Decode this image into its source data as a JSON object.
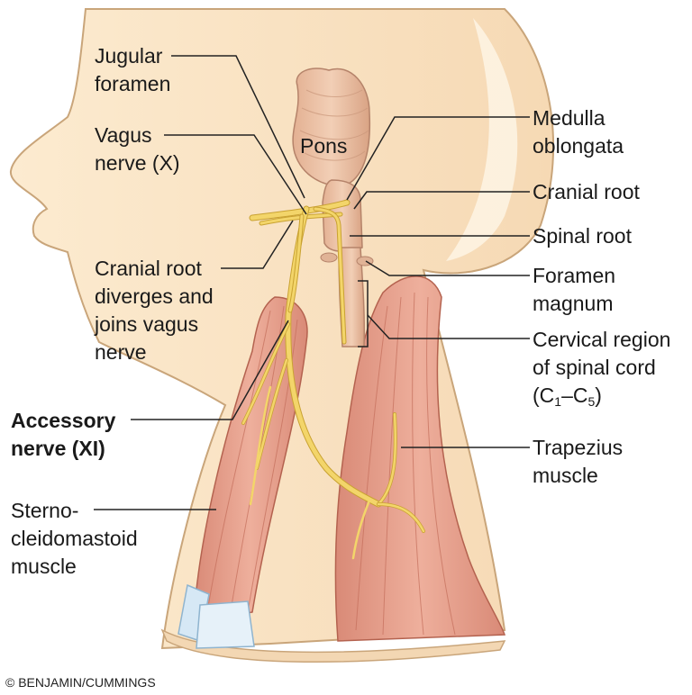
{
  "labels": {
    "jugular_foramen": [
      "Jugular",
      "foramen"
    ],
    "vagus_nerve": [
      "Vagus",
      "nerve (X)"
    ],
    "cranial_root_diverges": [
      "Cranial root",
      "diverges and",
      "joins vagus",
      "nerve"
    ],
    "accessory_nerve": [
      "Accessory",
      "nerve (XI)"
    ],
    "sternocleidomastoid": [
      "Sterno-",
      "cleidomastoid",
      "muscle"
    ],
    "pons": "Pons",
    "medulla_oblongata": [
      "Medulla",
      "oblongata"
    ],
    "cranial_root": "Cranial root",
    "spinal_root": "Spinal root",
    "foramen_magnum": [
      "Foramen",
      "magnum"
    ],
    "cervical_region": {
      "lines": [
        "Cervical region",
        "of spinal cord"
      ],
      "range_open": "(C",
      "sub_start": "1",
      "dash": "–C",
      "sub_end": "5",
      "range_close": ")"
    },
    "trapezius": [
      "Trapezius",
      "muscle"
    ]
  },
  "credit": "© BENJAMIN/CUMMINGS",
  "colors": {
    "skin": "#fbe6c7",
    "skin_outline": "#c9a57a",
    "muscle": "#e7a08d",
    "muscle_dark": "#c9705e",
    "nerve": "#f3d56a",
    "nerve_outline": "#c9a232",
    "brainstem": "#ecc2a6",
    "tendon": "#cfe3f2",
    "leader": "#222222"
  }
}
